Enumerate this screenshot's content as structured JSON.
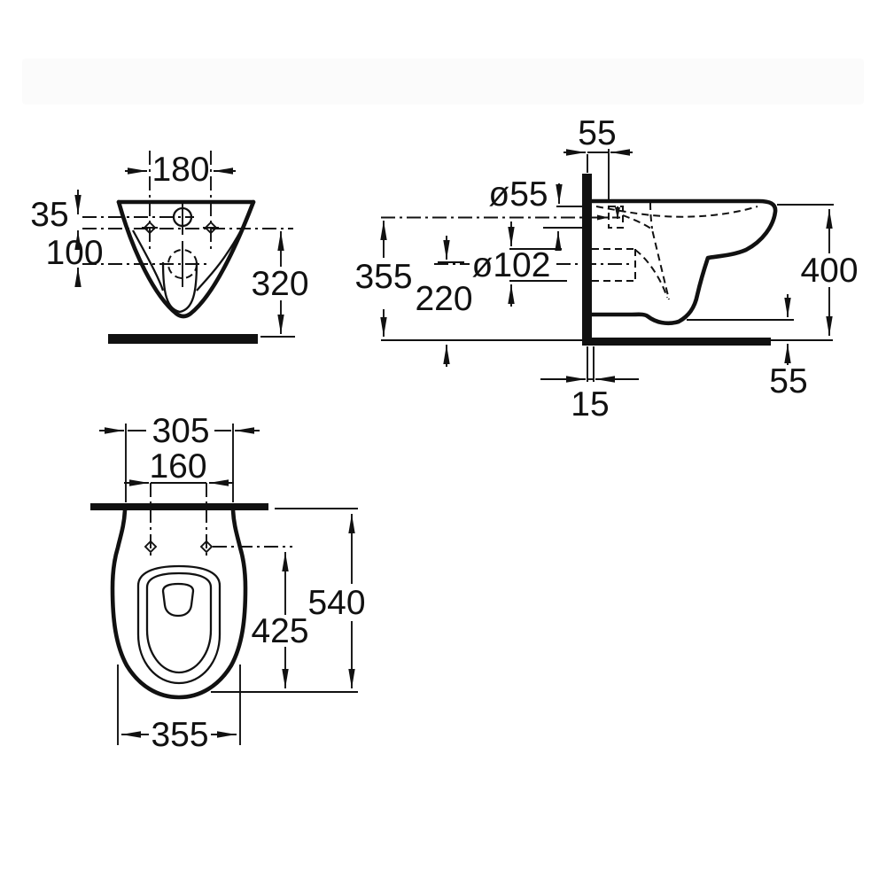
{
  "colors": {
    "ink": "#111111",
    "background": "#ffffff"
  },
  "dims": {
    "front": {
      "hole_spacing": "180",
      "inlet_to_holes": "35",
      "holes_to_outlet": "100",
      "mount_height": "320"
    },
    "side": {
      "inlet_setback": "55",
      "inlet_diameter": "ø55",
      "outlet_diameter": "ø102",
      "inlet_axis_height": "355",
      "outlet_axis_height": "220",
      "rim_height": "400",
      "rear_clearance": "55",
      "wall_gap": "15"
    },
    "plan": {
      "rear_width": "305",
      "fixing_hole_spacing": "160",
      "holes_to_front": "425",
      "overall_depth": "540",
      "bowl_width": "355"
    }
  }
}
